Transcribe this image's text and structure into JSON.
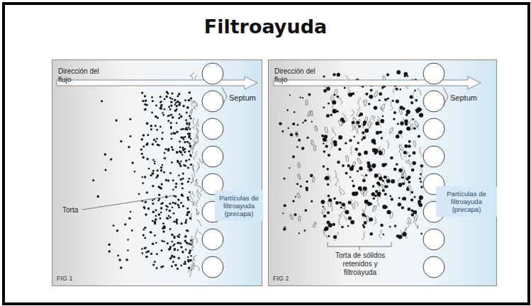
{
  "diagram": {
    "title": "Filtroayuda",
    "nodes": [
      {
        "text": [
          "FIG 1"
        ]
      },
      {
        "text": [
          "Partículas de filtroayuda (precapa)"
        ],
        "in": 0
      },
      {
        "text": [
          "FIG 2"
        ]
      },
      {
        "text": [
          "Partículas de filtroayuda (precapa)"
        ],
        "in": 2
      }
    ],
    "labels": [
      "Dirección del flujo",
      "Septum",
      "Torta",
      "Dirección del flujo",
      "Septum",
      "Torta de sólidos retenidos y filtroayuda"
    ]
  }
}
